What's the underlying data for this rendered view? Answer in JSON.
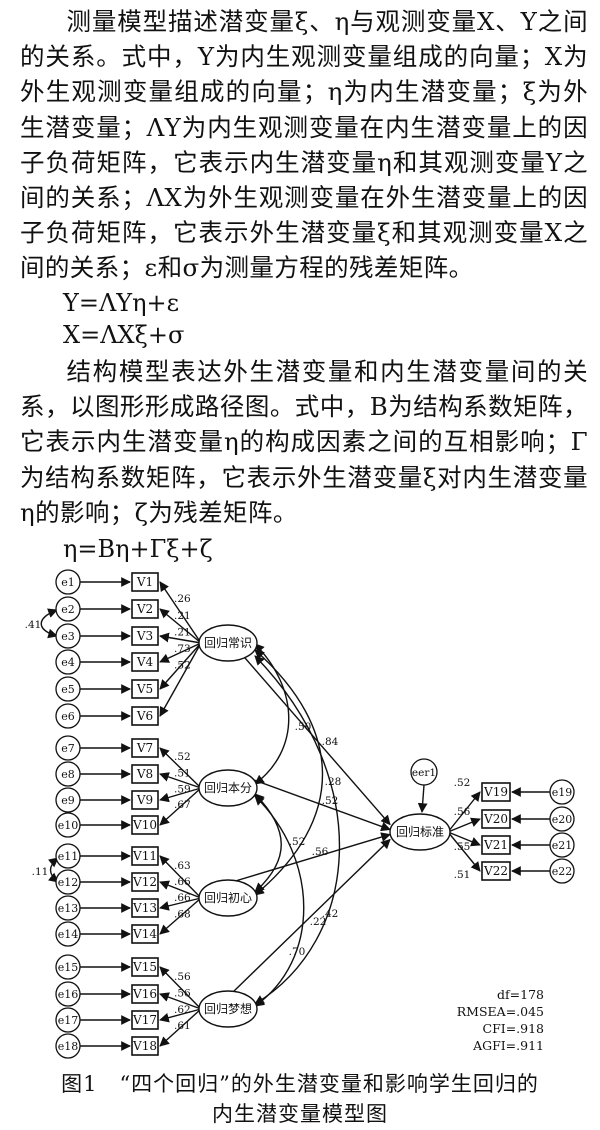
{
  "paragraphs": [
    "测量模型描述潜变量ξ、η与观测变量X、Y之间的关系。式中，Y为内生观测变量组成的向量；X为外生观测变量组成的向量；η为内生潜变量；ξ为外生潜变量；ΛY为内生观测变量在内生潜变量上的因子负荷矩阵，它表示内生潜变量η和其观测变量Y之间的关系；ΛX为外生观测变量在外生潜变量上的因子负荷矩阵，它表示外生潜变量ξ和其观测变量X之间的关系；ε和σ为测量方程的残差矩阵。",
    "结构模型表达外生潜变量和内生潜变量间的关系，以图形形成路径图。式中，B为结构系数矩阵，它表示内生潜变量η的构成因素之间的互相影响；Γ为结构系数矩阵，它表示外生潜变量ξ对内生潜变量η的影响；ζ为残差矩阵。"
  ],
  "equations": [
    "Y=ΛYη+ε",
    "X=ΛXξ+σ",
    "η=Bη+Γξ+ζ"
  ],
  "diagram": {
    "latents": [
      "回归常识",
      "回归本分",
      "回归初心",
      "回归梦想"
    ],
    "endogenous": "回归标准",
    "endo_error": "eer1",
    "errors": [
      "e1",
      "e2",
      "e3",
      "e4",
      "e5",
      "e6",
      "e7",
      "e8",
      "e9",
      "e10",
      "e11",
      "e12",
      "e13",
      "e14",
      "e15",
      "e16",
      "e17",
      "e18"
    ],
    "observed": [
      "V1",
      "V2",
      "V3",
      "V4",
      "V5",
      "V6",
      "V7",
      "V8",
      "V9",
      "V10",
      "V11",
      "V12",
      "V13",
      "V14",
      "V15",
      "V16",
      "V17",
      "V18"
    ],
    "loadings": [
      ".26",
      ".21",
      ".21",
      ".73",
      ".52",
      "",
      ".52",
      ".51",
      ".59",
      ".67",
      ".63",
      ".66",
      ".66",
      ".68",
      ".56",
      ".56",
      ".62",
      ".61"
    ],
    "error_covariances": [
      ".41",
      ".11"
    ],
    "endo_errors": [
      "e19",
      "e20",
      "e21",
      "e22"
    ],
    "endo_observed": [
      "V19",
      "V20",
      "V21",
      "V22"
    ],
    "endo_loadings": [
      ".52",
      ".56",
      ".55",
      ".51"
    ],
    "structural_paths": [
      ".84",
      ".52",
      ".56",
      ".42"
    ],
    "latent_covariances": [
      ".50",
      ".28",
      ".52",
      ".22",
      ".70"
    ]
  },
  "fit_stats": [
    "df=178",
    "RMSEA=.045",
    "CFI=.918",
    "AGFI=.911"
  ],
  "caption": [
    "图1　“四个回归”的外生潜变量和影响学生回归的",
    "内生潜变量模型图"
  ]
}
